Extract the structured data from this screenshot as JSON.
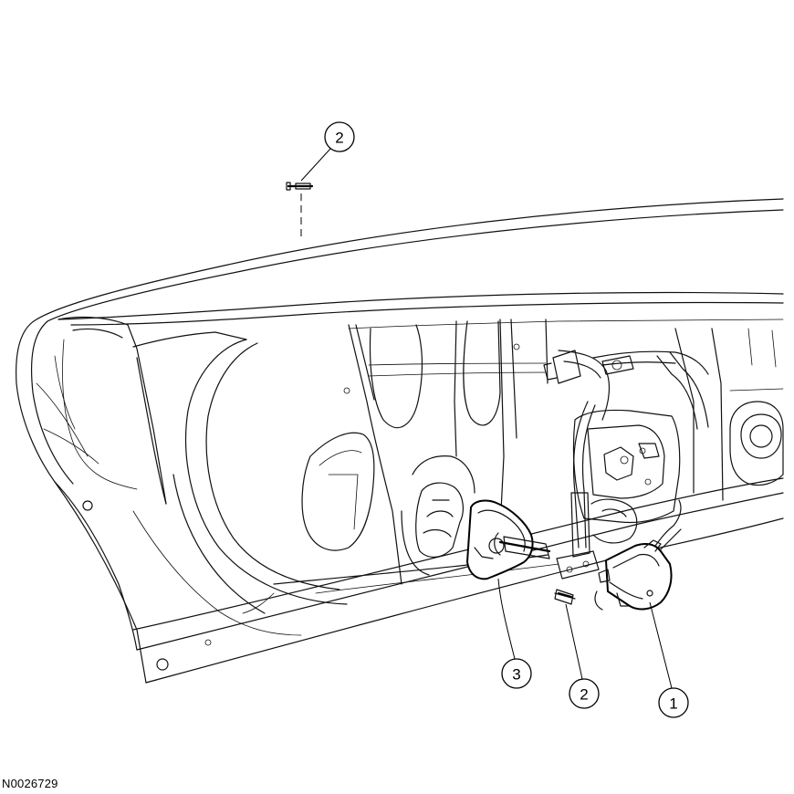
{
  "figure_id": "N0026729",
  "callouts": [
    {
      "label": "2"
    },
    {
      "label": "3"
    },
    {
      "label": "2"
    },
    {
      "label": "1"
    }
  ]
}
